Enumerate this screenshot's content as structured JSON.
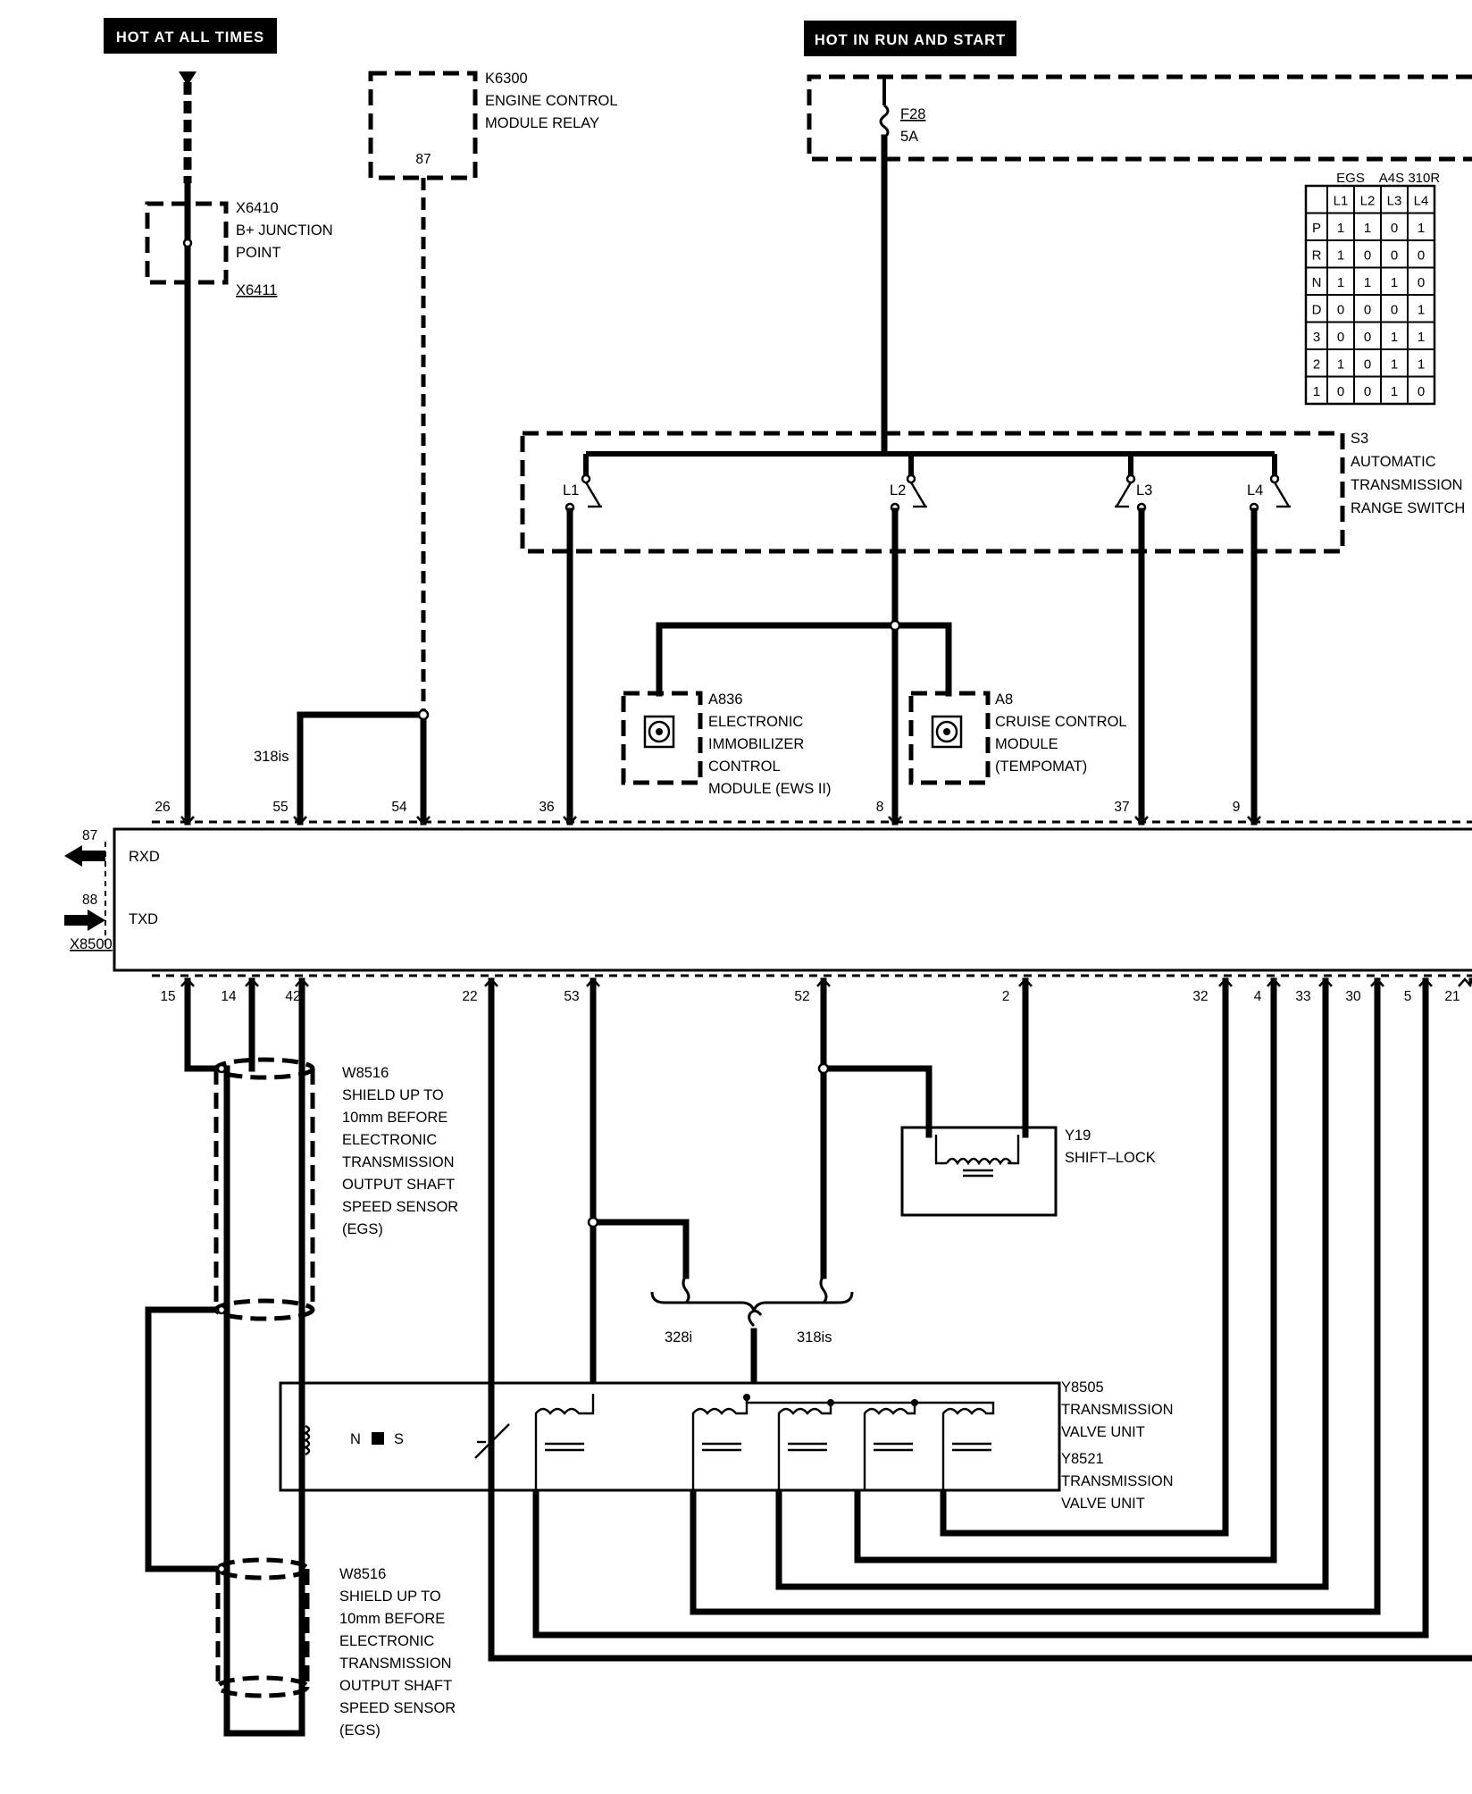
{
  "headers": {
    "hot_at_all_times": "HOT AT ALL TIMES",
    "hot_in_run_and_start": "HOT IN RUN AND START"
  },
  "components": {
    "k6300": {
      "id": "K6300",
      "line1": "ENGINE CONTROL",
      "line2": "MODULE RELAY",
      "pin": "87"
    },
    "x6410": {
      "id": "X6410",
      "line1": "B+ JUNCTION",
      "line2": "POINT",
      "alt_id": "X6411"
    },
    "f28": {
      "id": "F28",
      "rating": "5A"
    },
    "s3": {
      "id": "S3",
      "line1": "AUTOMATIC",
      "line2": "TRANSMISSION",
      "line3": "RANGE SWITCH",
      "contacts": [
        "L1",
        "L2",
        "L3",
        "L4"
      ]
    },
    "a836": {
      "id": "A836",
      "line1": "ELECTRONIC",
      "line2": "IMMOBILIZER",
      "line3": "CONTROL",
      "line4": "MODULE (EWS II)"
    },
    "a8": {
      "id": "A8",
      "line1": "CRUISE CONTROL",
      "line2": "MODULE",
      "line3": "(TEMPOMAT)"
    },
    "x8500": {
      "id": "X8500",
      "rxd": "RXD",
      "txd": "TXD",
      "rxd_pin": "87",
      "txd_pin": "88"
    },
    "y19": {
      "id": "Y19",
      "line1": "SHIFT–LOCK"
    },
    "y8505": {
      "id": "Y8505",
      "line1": "TRANSMISSION",
      "line2": "VALVE UNIT"
    },
    "y8521": {
      "id": "Y8521",
      "line1": "TRANSMISSION",
      "line2": "VALVE UNIT"
    },
    "w8516_upper": {
      "id": "W8516",
      "lines": [
        "SHIELD UP TO",
        "10mm BEFORE",
        "ELECTRONIC",
        "TRANSMISSION",
        "OUTPUT SHAFT",
        "SPEED SENSOR",
        "(EGS)"
      ]
    },
    "w8516_lower": {
      "id": "W8516",
      "lines": [
        "SHIELD UP TO",
        "10mm BEFORE",
        "ELECTRONIC",
        "TRANSMISSION",
        "OUTPUT SHAFT",
        "SPEED SENSOR",
        "(EGS)"
      ]
    },
    "magnet": {
      "n": "N",
      "s": "S"
    }
  },
  "variants": {
    "v318is": "318is",
    "v328i": "328i"
  },
  "pins_top": [
    "26",
    "55",
    "54",
    "36",
    "8",
    "37",
    "9"
  ],
  "pins_bottom": [
    "15",
    "14",
    "42",
    "22",
    "53",
    "52",
    "2",
    "32",
    "4",
    "33",
    "30",
    "5",
    "21"
  ],
  "truth_table": {
    "title_left": "EGS",
    "title_right": "A4S 310R",
    "columns": [
      "L1",
      "L2",
      "L3",
      "L4"
    ],
    "rows": [
      {
        "pos": "P",
        "vals": [
          "1",
          "1",
          "0",
          "1"
        ]
      },
      {
        "pos": "R",
        "vals": [
          "1",
          "0",
          "0",
          "0"
        ]
      },
      {
        "pos": "N",
        "vals": [
          "1",
          "1",
          "1",
          "0"
        ]
      },
      {
        "pos": "D",
        "vals": [
          "0",
          "0",
          "0",
          "1"
        ]
      },
      {
        "pos": "3",
        "vals": [
          "0",
          "0",
          "1",
          "1"
        ]
      },
      {
        "pos": "2",
        "vals": [
          "1",
          "0",
          "1",
          "1"
        ]
      },
      {
        "pos": "1",
        "vals": [
          "0",
          "0",
          "1",
          "0"
        ]
      }
    ]
  }
}
